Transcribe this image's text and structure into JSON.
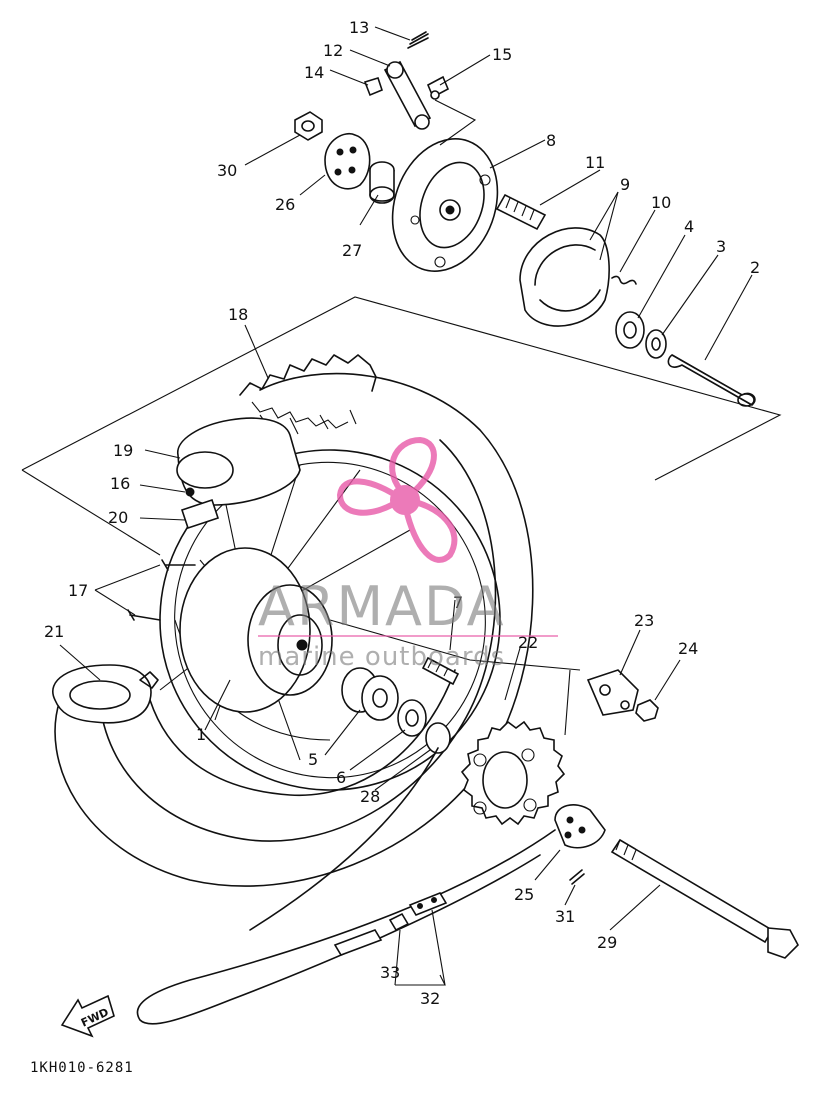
{
  "callouts": [
    {
      "n": "1"
    },
    {
      "n": "2"
    },
    {
      "n": "3"
    },
    {
      "n": "4"
    },
    {
      "n": "5"
    },
    {
      "n": "6"
    },
    {
      "n": "7"
    },
    {
      "n": "8"
    },
    {
      "n": "9"
    },
    {
      "n": "10"
    },
    {
      "n": "11"
    },
    {
      "n": "12"
    },
    {
      "n": "13"
    },
    {
      "n": "14"
    },
    {
      "n": "15"
    },
    {
      "n": "16"
    },
    {
      "n": "17"
    },
    {
      "n": "18"
    },
    {
      "n": "19"
    },
    {
      "n": "20"
    },
    {
      "n": "21"
    },
    {
      "n": "22"
    },
    {
      "n": "23"
    },
    {
      "n": "24"
    },
    {
      "n": "25"
    },
    {
      "n": "26"
    },
    {
      "n": "27"
    },
    {
      "n": "28"
    },
    {
      "n": "29"
    },
    {
      "n": "30"
    },
    {
      "n": "31"
    },
    {
      "n": "32"
    },
    {
      "n": "33"
    }
  ],
  "direction_arrow": "FWD",
  "diagram_code": "1KH010-6281",
  "watermark": {
    "brand": "ARMADA",
    "tagline": "marine outboards",
    "logo_color": "#e85aa8",
    "text_color": "#7a7a7a"
  },
  "ink_color": "#111111"
}
